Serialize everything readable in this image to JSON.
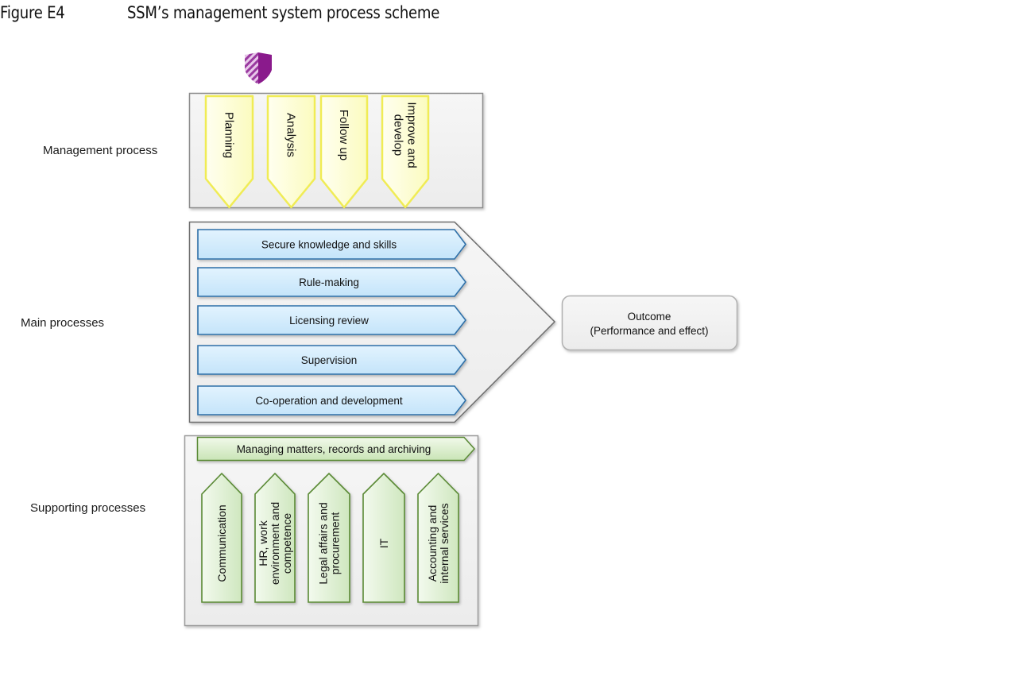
{
  "figure": {
    "number": "Figure E4",
    "title": "SSM’s management system process scheme"
  },
  "logo": {
    "icon": "shield-icon",
    "color": "#8a1a8c"
  },
  "sections": {
    "management": {
      "label": "Management process",
      "items": [
        "Planning",
        "Analysis",
        "Follow up",
        "Improve and develop"
      ],
      "item_lines": [
        [
          "Planning"
        ],
        [
          "Analysis"
        ],
        [
          "Follow up"
        ],
        [
          "Improve and",
          "develop"
        ]
      ],
      "fill": "#fdfdc8",
      "stroke": "#f2ee5a"
    },
    "main": {
      "label": "Main processes",
      "items": [
        "Secure knowledge and skills",
        "Rule-making",
        "Licensing review",
        "Supervision",
        "Co-operation and development"
      ],
      "fill": "#cdeafc",
      "stroke": "#2f6fa8"
    },
    "outcome": {
      "line1": "Outcome",
      "line2": "(Performance and effect)"
    },
    "supporting": {
      "label": "Supporting processes",
      "bar": "Managing matters, records and archiving",
      "items": [
        "Communication",
        "HR, work environment and competence",
        "Legal affairs and procurement",
        "IT",
        "Accounting and internal services"
      ],
      "item_lines": [
        [
          "Communication"
        ],
        [
          "HR, work",
          "environment and",
          "competence"
        ],
        [
          "Legal affairs and",
          "procurement"
        ],
        [
          "IT"
        ],
        [
          "Accounting and",
          "internal services"
        ]
      ],
      "fill": "#dcefd0",
      "stroke": "#5a8a35"
    }
  }
}
